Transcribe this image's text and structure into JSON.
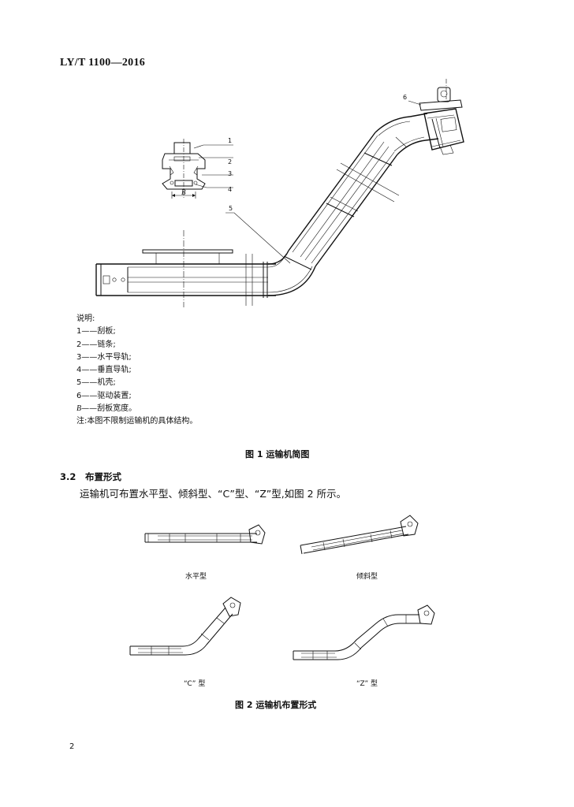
{
  "header": {
    "code": "LY/T 1100—2016"
  },
  "figure1": {
    "callouts": [
      "1",
      "2",
      "3",
      "4",
      "5",
      "6"
    ],
    "dimension_label": "B",
    "legend_title": "说明:",
    "legend_items": [
      "1——刮板;",
      "2——链条;",
      "3——水平导轨;",
      "4——垂直导轨;",
      "5——机壳;",
      "6——驱动装置;"
    ],
    "legend_b_symbol": "B",
    "legend_b_text": "——刮板宽度。",
    "note": "注:本图不限制运输机的具体结构。",
    "caption": "图 1   运输机简图"
  },
  "section": {
    "number": "3.2",
    "title": "布置形式",
    "paragraph": "运输机可布置水平型、倾斜型、“C”型、“Z”型,如图 2 所示。"
  },
  "figure2": {
    "labels": {
      "horizontal": "水平型",
      "inclined": "倾斜型",
      "c_type": "“C” 型",
      "z_type": "“Z” 型"
    },
    "caption": "图 2   运输机布置形式"
  },
  "page": {
    "number": "2"
  }
}
